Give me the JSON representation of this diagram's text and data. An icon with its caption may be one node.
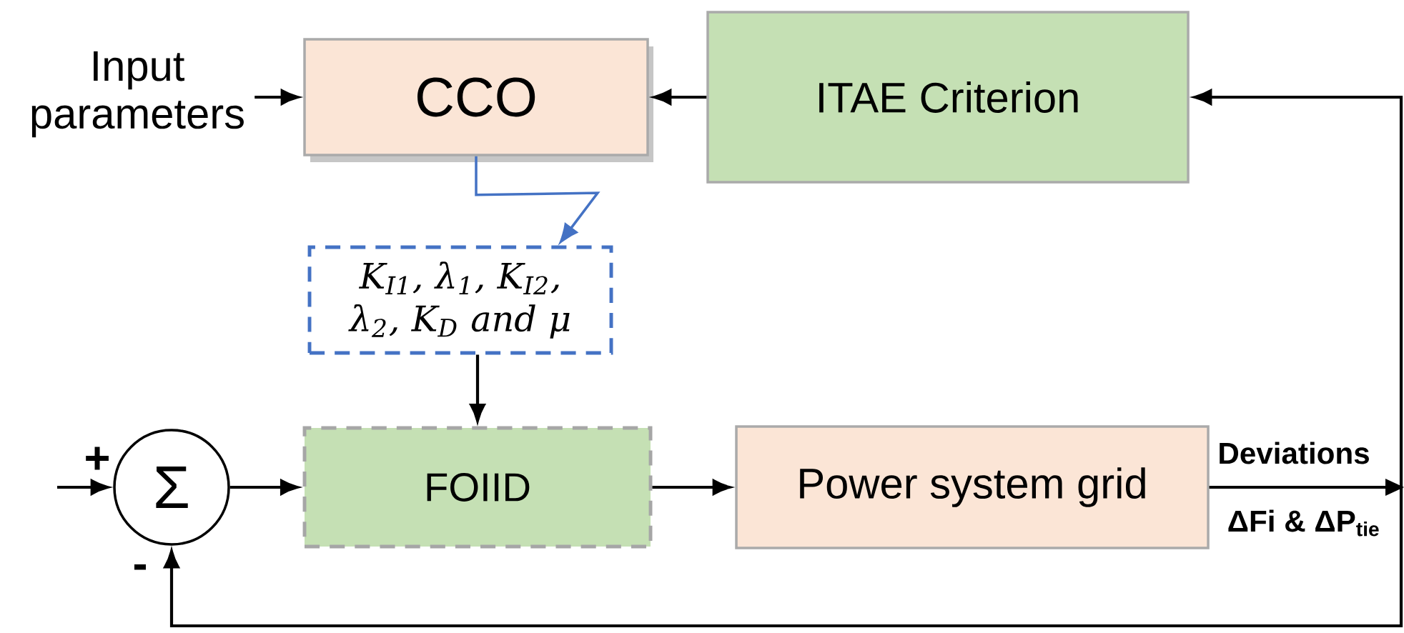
{
  "diagram": {
    "nodes": [
      {
        "text": [
          "Input parameters"
        ]
      },
      {
        "text": [
          "CCO"
        ]
      },
      {
        "text": [
          "ITAE Criterion"
        ]
      },
      {
        "text": [
          "K$_{I1}$, λ$_{1}$, K$_{I2}$, λ$_{2}$, K$_{D}$ and μ"
        ]
      },
      {
        "text": [
          "Σ"
        ]
      },
      {
        "text": [
          "FOIID"
        ]
      },
      {
        "text": [
          "Power system grid"
        ]
      }
    ],
    "edges": [
      {
        "from": 0,
        "to": 1,
        "arrow": "to"
      },
      {
        "from": 2,
        "to": 1,
        "arrow": "to"
      },
      {
        "from": 1,
        "to": 3,
        "arrow": "to",
        "color": "#4472c4"
      },
      {
        "from": 3,
        "to": 5,
        "arrow": "to"
      },
      {
        "from": null,
        "to": 4,
        "arrow": "to"
      },
      {
        "from": 4,
        "to": 5,
        "arrow": "to"
      },
      {
        "from": 5,
        "to": 6,
        "arrow": "to"
      },
      {
        "from": 6,
        "to": 2,
        "arrow": "to",
        "label": "Deviations"
      },
      {
        "from": 6,
        "to": 4,
        "arrow": "to",
        "label": "ΔFi & ΔP$_{tie}$"
      }
    ],
    "labels": [
      "+",
      "-"
    ]
  }
}
